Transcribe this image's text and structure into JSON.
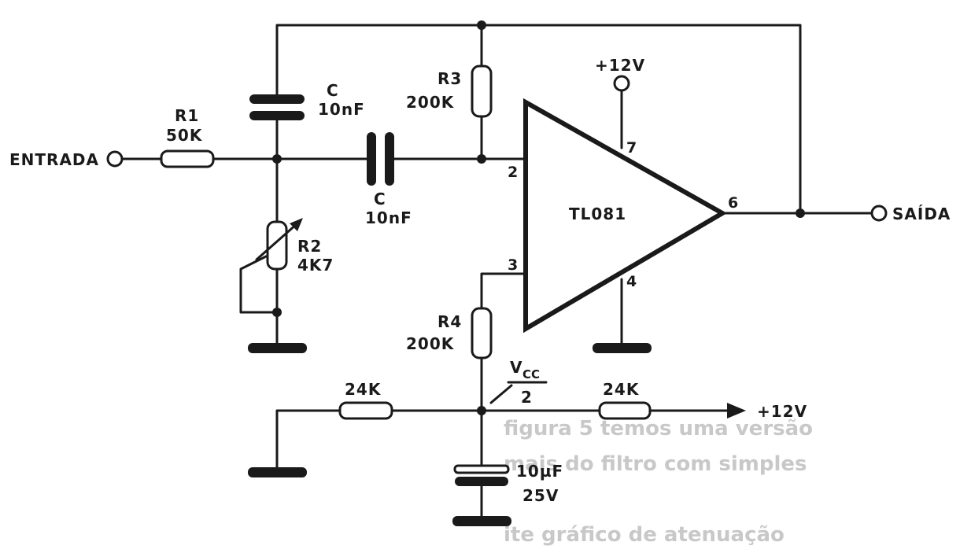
{
  "terminals": {
    "input": "ENTRADA",
    "output": "SAÍDA"
  },
  "components": {
    "r1": {
      "name": "R1",
      "value": "50K"
    },
    "r2": {
      "name": "R2",
      "value": "4K7"
    },
    "r3": {
      "name": "R3",
      "value": "200K"
    },
    "r4": {
      "name": "R4",
      "value": "200K"
    },
    "c_top": {
      "name": "C",
      "value": "10nF"
    },
    "c_series": {
      "name": "C",
      "value": "10nF"
    },
    "r_bias_left": {
      "value": "24K"
    },
    "r_bias_right": {
      "value": "24K"
    },
    "c_bypass": {
      "value": "10µF",
      "voltage": "25V"
    }
  },
  "opamp": {
    "name": "TL081",
    "pins": {
      "inv": "2",
      "noninv": "3",
      "out": "6",
      "vplus": "7",
      "vminus": "4"
    }
  },
  "supply": {
    "top": "+12V",
    "bias": "+12V"
  },
  "bias_node": {
    "numerator": "V",
    "subscript": "CC",
    "denominator": "2"
  },
  "bleed_text": [
    "figura 5 temos uma versão",
    "mais do filtro com simples",
    "ite gráfico de atenuação"
  ]
}
